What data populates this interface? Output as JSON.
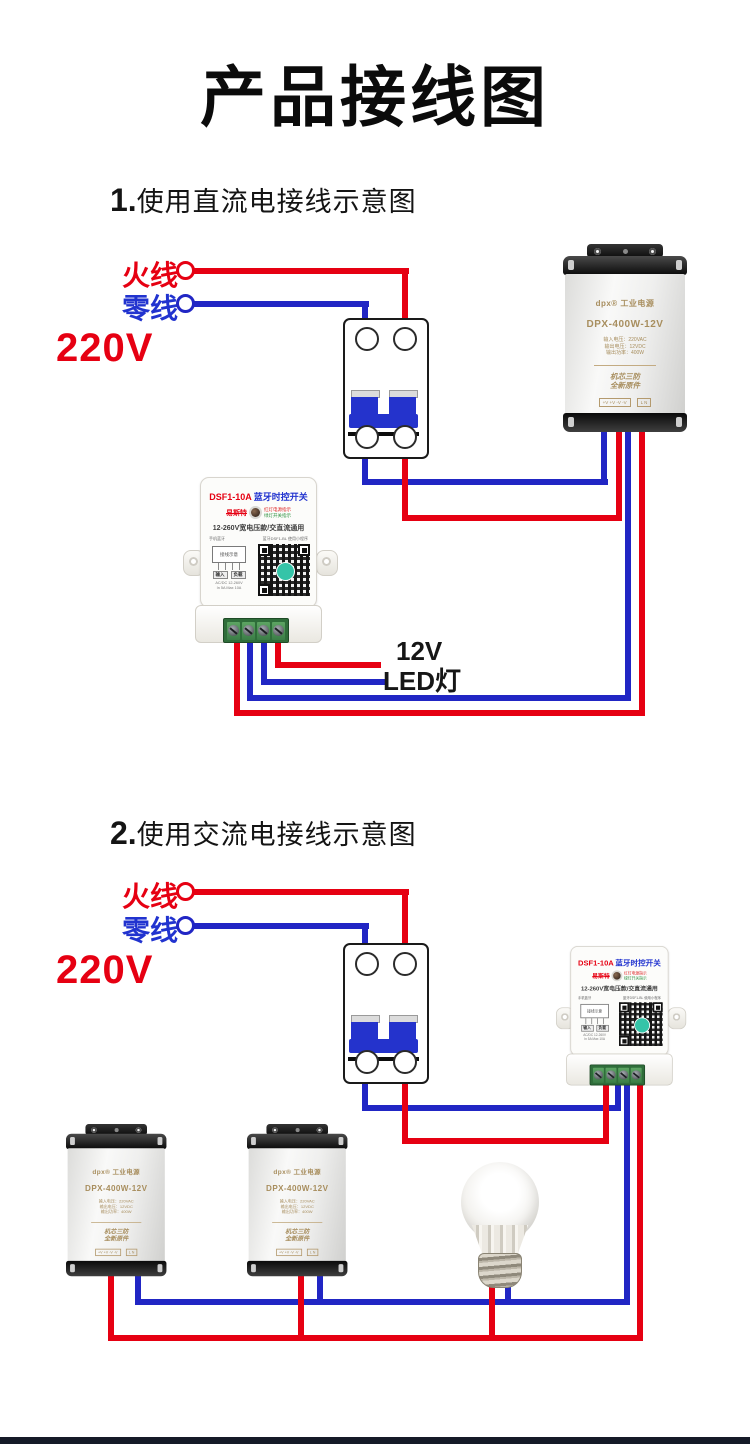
{
  "page": {
    "title": "产品接线图"
  },
  "colors": {
    "live_wire": "#e60012",
    "neutral_wire": "#2126c4",
    "accent_teal": "#35c4a8",
    "terminal_green": "#2f6d3a"
  },
  "sections": [
    {
      "number": "1.",
      "heading": "使用直流电接线示意图",
      "live": "火线",
      "neutral": "零线",
      "voltage": "220V",
      "load_line1": "12V",
      "load_line2": "LED灯"
    },
    {
      "number": "2.",
      "heading": "使用交流电接线示意图",
      "live": "火线",
      "neutral": "零线",
      "voltage": "220V"
    }
  ],
  "devices": {
    "power_supply": {
      "brand": "dpx®",
      "brand_suffix": "工业电源",
      "model": "DPX-400W-12V",
      "spec1": "输入电压：220VAC",
      "spec2": "输出电压：12VDC",
      "spec3": "输出功率：400W",
      "slogan_line1": "机芯三防",
      "slogan_line2": "全新原件",
      "terminals_left": "+V +V -V -V",
      "terminals_right": "L N"
    },
    "timer_switch": {
      "model": "DSF1-10A",
      "name": "蓝牙时控开关",
      "brand": "易斯特",
      "led_legend_power": "红灯电源指示",
      "led_legend_switch": "绿灯开关指示",
      "banner": "12-260V宽电压款/交直流通用",
      "left_note": "手机蓝牙",
      "right_note": "蓝牙DSF1-BL 使用小程序",
      "mini_diagram_label": "接线示意",
      "terminal_input": "输入",
      "terminal_load": "负载",
      "spec_input": "AC/DC 12-260V",
      "spec_load": "In 5A Max 10A"
    }
  }
}
